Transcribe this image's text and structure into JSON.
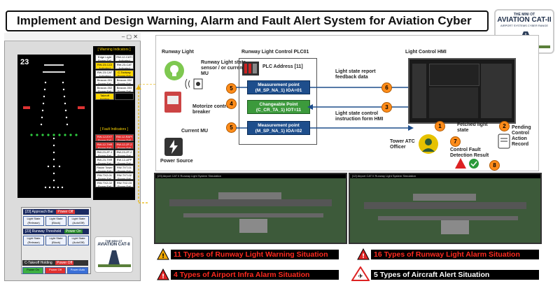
{
  "title": "Implement and Design Warning, Alarm and Fault Alert System for Aviation Cyber Range",
  "logo": {
    "top": "THE MINI OT",
    "main": "AVIATION CAT-II",
    "sub": "AIRPORT SYSTEMS CYBER RANGE"
  },
  "left_panel": {
    "runway_number": "23",
    "warning_header": "[ Warning Indicators ]",
    "warning_cells": [
      "Edge Light Power Fail",
      "RW-12-CATI Activated",
      "RW-23-CZ2 Activated",
      "RW-23-CAT Activated",
      "RW-23-CAT Activated",
      "C-Taxiway Power Fail",
      "Beacon-001 Power Fail",
      "Beacon-002 Power Fail",
      "Beacon-002 Power Fail",
      "Beacon-003 Power Fail",
      "Takeoff Holding",
      ""
    ],
    "fault_header": "[ Fault Indicators ]",
    "fault_cells": [
      "RW-12-EXT Power Fail",
      "RW-12-RAPI Power Fail",
      "RW-12-THR Power Fail",
      "RW-12-ZF-2 Power Fail",
      "RW-23-ZF-1 Power Fail",
      "RW-23-ZF-2 Power Fail",
      "RW-23-THR Power Fail",
      "RW-12-APP Power Fail",
      "Radar Tower Power Fail",
      "RW-TXT-01 Power Fail",
      "RW-TX2-01 Power Fail",
      "RW-TXT-02 Power Fail",
      "RW-TX2-02 Power Fail",
      "RW-TX2-03 Power Fail"
    ],
    "approach_bar_header": "[23] Approach Bar",
    "approach_bar_status": "Power Off",
    "approach_buttons": [
      "Light State (Release)",
      "Light State (Block)",
      "Light State (Auto/Off)"
    ],
    "threshold_header": "[23] Runway Threshold",
    "threshold_status": "Power On",
    "threshold_buttons": [
      "Light State (Release)",
      "Light State (Block)",
      "Light State (Auto/Off)"
    ],
    "holding_header": "C-Takeoff Holding",
    "holding_status": "Power Off",
    "holding_buttons": [
      "Power On",
      "Power Off",
      "Power Auto"
    ]
  },
  "diagram": {
    "runway_light": "Runway Light",
    "sensor_label": "Runway Light state sensor / or current MU",
    "motorize_label": "Motorize control breaker",
    "current_mu": "Current MU",
    "power_source": "Power Source",
    "plc_title": "Runway Light Control PLC01",
    "plc_address": "PLC Address [11]",
    "mp1": "Measurement point (M_SP_NA_1) IOA=01",
    "cp": "Changeable Point (C_CR_TA_1) IOT=11",
    "mp2": "Measurement point (M_SP_NA_1) IOA=02",
    "hmi_title": "Light Control HMI",
    "report_label": "Light state report feedback data",
    "control_label": "Light state control instruction form HMI",
    "fetched_label": "Fetched light state",
    "pending_label": "Pending Control Action Record",
    "tower_label": "Tower ATC Officer",
    "fault_label": "Control Fault Detection Result",
    "steps": [
      "1",
      "2",
      "3",
      "4",
      "5",
      "6",
      "7",
      "8",
      "5"
    ]
  },
  "maps": {
    "left_caption": "[23] Airport CAT II Runway Light System Simulation",
    "right_caption": "[12] Airport CAT II Runway Light System Simulation"
  },
  "alerts": {
    "a1": "11 Types of Runway Light Warning Situation",
    "a2": "16 Types of Runway Light Alarm Situation",
    "a3": "4 Types of Airport Infra Alarm Situation",
    "a4": "5 Types of Aircraft Alert Situation"
  },
  "colors": {
    "alert_red": "#ff2a1f",
    "step_orange": "#ff8c1a",
    "plc_blue": "#1e4e8c",
    "cp_green": "#3c9a3c"
  }
}
